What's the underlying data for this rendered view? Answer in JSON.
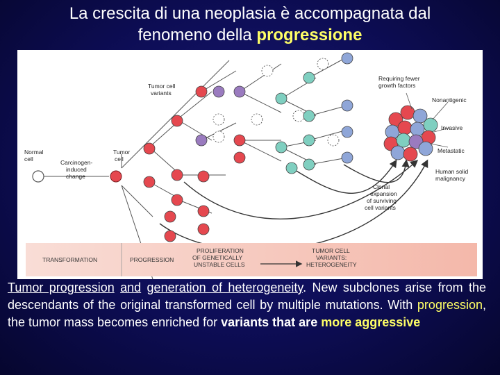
{
  "slide": {
    "title_line1": "La crescita di una neoplasia è accompagnata dal",
    "title_line2_prefix": "fenomeno della ",
    "title_line2_highlight": "progressione"
  },
  "figure": {
    "labels": {
      "normal_cell_1": "Normal",
      "normal_cell_2": "cell",
      "carcinogen_1": "Carcinogen-",
      "carcinogen_2": "induced",
      "carcinogen_3": "change",
      "tumor_cell_1": "Tumor",
      "tumor_cell_2": "cell",
      "variants_1": "Tumor cell",
      "variants_2": "variants",
      "fewer_1": "Requiring fewer",
      "fewer_2": "growth factors",
      "nonantigenic": "Nonantigenic",
      "invasive": "Invasive",
      "metastatic": "Metastatic",
      "malignancy_1": "Human solid",
      "malignancy_2": "malignancy",
      "clonal_1": "Clonal",
      "clonal_2": "expansion",
      "clonal_3": "of surviving",
      "clonal_4": "cell variants"
    },
    "band": {
      "transformation": "TRANSFORMATION",
      "progression": "PROGRESSION",
      "prolif_1": "PROLIFERATION",
      "prolif_2": "OF GENETICALLY",
      "prolif_3": "UNSTABLE CELLS",
      "variants_1": "TUMOR CELL",
      "variants_2": "VARIANTS:",
      "variants_3": "HETEROGENEITY"
    },
    "colors": {
      "red": "#e5484f",
      "purple": "#9a7bbf",
      "teal": "#7fcfc0",
      "blue": "#8fa6d8",
      "band": "#f6c8bd"
    }
  },
  "caption": {
    "part1": "Tumor progression",
    "part2": " ",
    "part3": "and",
    "part4": " ",
    "part5": "generation of heterogeneity",
    "part6": ". New subclones arise from the descendants of the original transformed cell by multiple mutations. With ",
    "part7": "progression",
    "part8": ", the tumor mass becomes enriched for ",
    "part9": "variants that are ",
    "part10": "more aggressive"
  }
}
